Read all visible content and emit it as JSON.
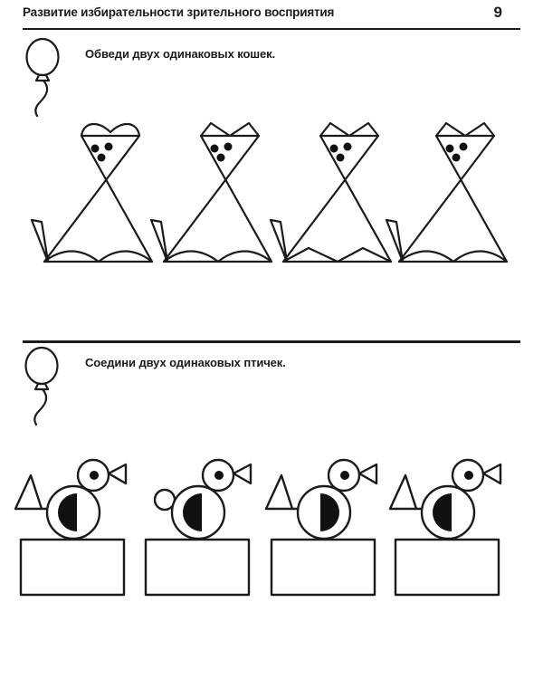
{
  "page": {
    "header": {
      "title": "Развитие избирательности зрительного восприятия",
      "page_number": "9"
    },
    "ink_color": "#1b1b1b",
    "paper_color": "#ffffff"
  },
  "sections": [
    {
      "icon": "balloon-icon",
      "instruction": "Обведи двух одинаковых кошек.",
      "figure_type": "geometric-cats",
      "figures": [
        {
          "id": "cat-1",
          "ears": "rounded",
          "feet": "arcs",
          "face_dots": 3,
          "tail": "thin-triangle-left"
        },
        {
          "id": "cat-2",
          "ears": "pointed",
          "feet": "arcs",
          "face_dots": 3,
          "tail": "thin-triangle-left"
        },
        {
          "id": "cat-3",
          "ears": "pointed",
          "feet": "zigzag",
          "face_dots": 3,
          "tail": "thin-triangle-left"
        },
        {
          "id": "cat-4",
          "ears": "pointed",
          "feet": "arcs",
          "face_dots": 3,
          "tail": "thin-triangle-left"
        }
      ],
      "identical_pair": [
        "cat-2",
        "cat-4"
      ]
    },
    {
      "icon": "balloon-icon",
      "instruction": "Соедини двух одинаковых птичек.",
      "figure_type": "geometric-birds",
      "figures": [
        {
          "id": "bird-1",
          "tail": "triangle",
          "wing_bulge": "left",
          "perch": "rectangle"
        },
        {
          "id": "bird-2",
          "tail": "small-circle",
          "wing_bulge": "left",
          "perch": "rectangle"
        },
        {
          "id": "bird-3",
          "tail": "triangle",
          "wing_bulge": "right",
          "perch": "rectangle"
        },
        {
          "id": "bird-4",
          "tail": "triangle",
          "wing_bulge": "left",
          "perch": "rectangle"
        }
      ],
      "identical_pair": [
        "bird-1",
        "bird-4"
      ]
    }
  ]
}
